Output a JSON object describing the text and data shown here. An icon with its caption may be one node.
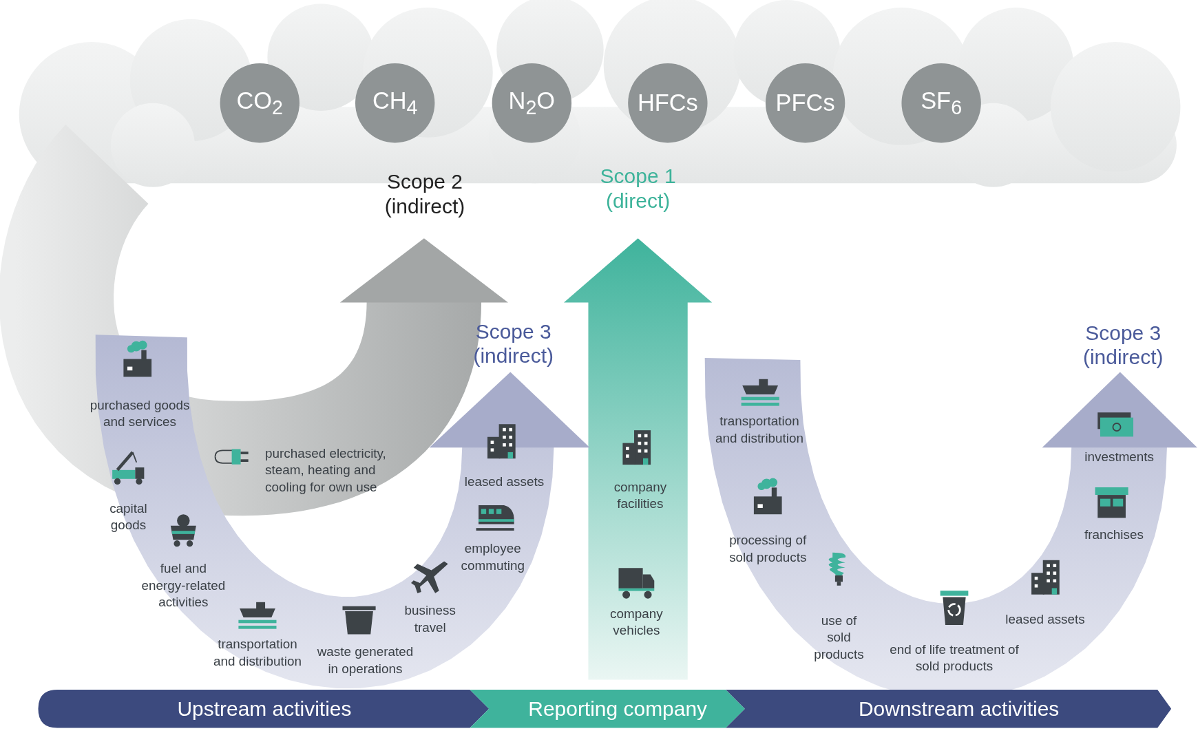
{
  "diagram": {
    "nodes": [
      {
        "text": [
          "CO$_{2}$"
        ]
      },
      {
        "text": [
          "CH$_{4}$"
        ]
      },
      {
        "text": [
          "N$_{2}$O"
        ]
      },
      {
        "text": [
          "HFCs"
        ]
      },
      {
        "text": [
          "PFCs"
        ]
      },
      {
        "text": [
          "SF$_{6}$"
        ]
      },
      {
        "text": [
          "Scope 2 (indirect)"
        ]
      },
      {
        "text": [
          "purchased electricity, steam, heating and cooling for own use"
        ],
        "in": 6
      },
      {
        "text": [
          "Scope 1 (direct)"
        ]
      },
      {
        "text": [
          "company facilities"
        ],
        "in": 8
      },
      {
        "text": [
          "company vehicles"
        ],
        "in": 8
      },
      {
        "text": [
          "Scope 3 (indirect)"
        ]
      },
      {
        "text": [
          "purchased goods and services"
        ]
      },
      {
        "text": [
          "leased assets"
        ],
        "in": 11
      },
      {
        "text": [
          "capital goods"
        ],
        "in": 11
      },
      {
        "text": [
          "employee commuting"
        ],
        "in": 11
      },
      {
        "text": [
          "fuel and energy-related activities"
        ],
        "in": 11
      },
      {
        "text": [
          "business travel"
        ],
        "in": 11
      },
      {
        "text": [
          "transportation and distribution"
        ],
        "in": 11
      },
      {
        "text": [
          "waste generated in operations"
        ],
        "in": 11
      },
      {
        "text": [
          "Scope 3 (indirect)"
        ]
      },
      {
        "text": [
          "transportation and distribution"
        ],
        "in": 20
      },
      {
        "text": [
          "investments"
        ],
        "in": 20
      },
      {
        "text": [
          "franchises"
        ],
        "in": 20
      },
      {
        "text": [
          "processing of sold products"
        ],
        "in": 20
      },
      {
        "text": [
          "leased assets"
        ],
        "in": 20
      },
      {
        "text": [
          "use of sold products"
        ],
        "in": 20
      },
      {
        "text": [
          "end of life treatment of sold products"
        ],
        "in": 20
      },
      {
        "text": [
          "Upstream activities"
        ]
      },
      {
        "text": [
          "Reporting company"
        ]
      },
      {
        "text": [
          "Downstream activities"
        ]
      }
    ]
  }
}
